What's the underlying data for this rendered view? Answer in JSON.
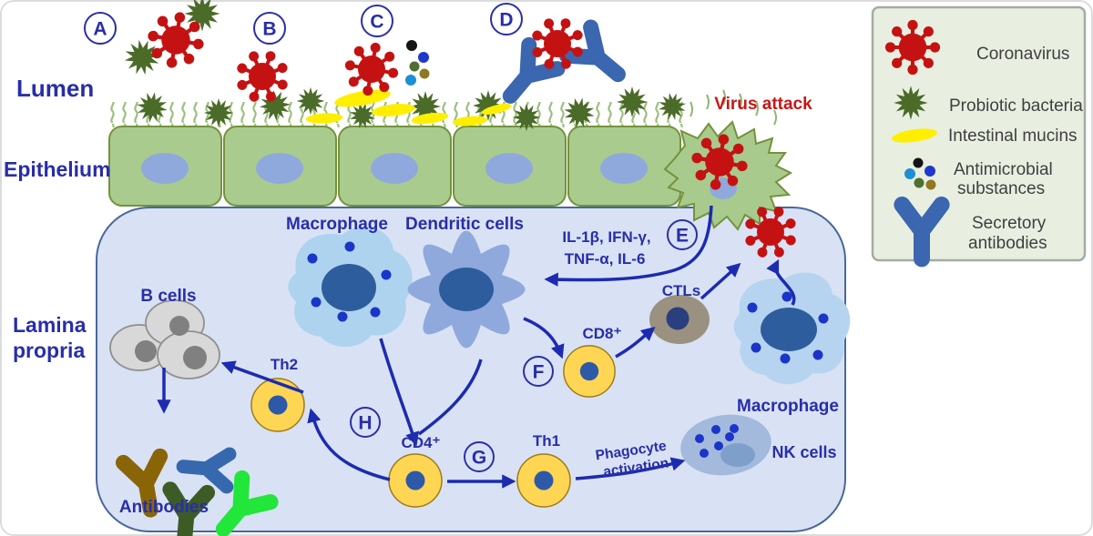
{
  "regions": {
    "lumen": "Lumen",
    "epithelium": "Epithelium",
    "lamina_propria": [
      "Lamina",
      "propria"
    ]
  },
  "steps": {
    "a": "A",
    "b": "B",
    "c": "C",
    "d": "D",
    "e": "E",
    "f": "F",
    "g": "G",
    "h": "H"
  },
  "annotations": {
    "virus_attack": "Virus attack",
    "cytokines": [
      "IL-1β, IFN-γ,",
      "TNF-α, IL-6"
    ],
    "phagocyte": [
      "Phagocyte",
      "activation"
    ]
  },
  "cells": {
    "macrophage_left": "Macrophage",
    "dendritic_cells": "Dendritic cells",
    "b_cells": "B cells",
    "th2": "Th2",
    "cd4": "CD4⁺",
    "cd8": "CD8⁺",
    "th1": "Th1",
    "ctls": "CTLs",
    "nk_cells": "NK cells",
    "macrophage_right": "Macrophage",
    "antibodies": "Antibodies"
  },
  "legend": {
    "items": [
      {
        "icon": "coronavirus-icon",
        "lines": [
          "Coronavirus"
        ]
      },
      {
        "icon": "probiotic-bacteria-icon",
        "lines": [
          "Probiotic bacteria"
        ]
      },
      {
        "icon": "intestinal-mucins-icon",
        "lines": [
          "Intestinal mucins"
        ]
      },
      {
        "icon": "antimicrobial-substances-icon",
        "lines": [
          "Antimicrobial",
          "substances"
        ]
      },
      {
        "icon": "secretory-antibodies-icon",
        "lines": [
          "Secretory",
          "antibodies"
        ]
      }
    ]
  },
  "colors": {
    "label_blue": "#282ea8",
    "arrow_blue": "#1c2bb0",
    "virus_red": "#c41212",
    "attack_text_red": "#c81616",
    "probiotic_green": "#4b6b28",
    "mucin_yellow": "#ffee00",
    "epithelium_fill": "#a9cc8e",
    "epithelium_stroke": "#74923c",
    "lamina_fill": "#d9e2f4",
    "legend_bg": "#e8efe0",
    "tcell_yellow": "#ffd554",
    "antibody_blue": "#3b66b0"
  }
}
